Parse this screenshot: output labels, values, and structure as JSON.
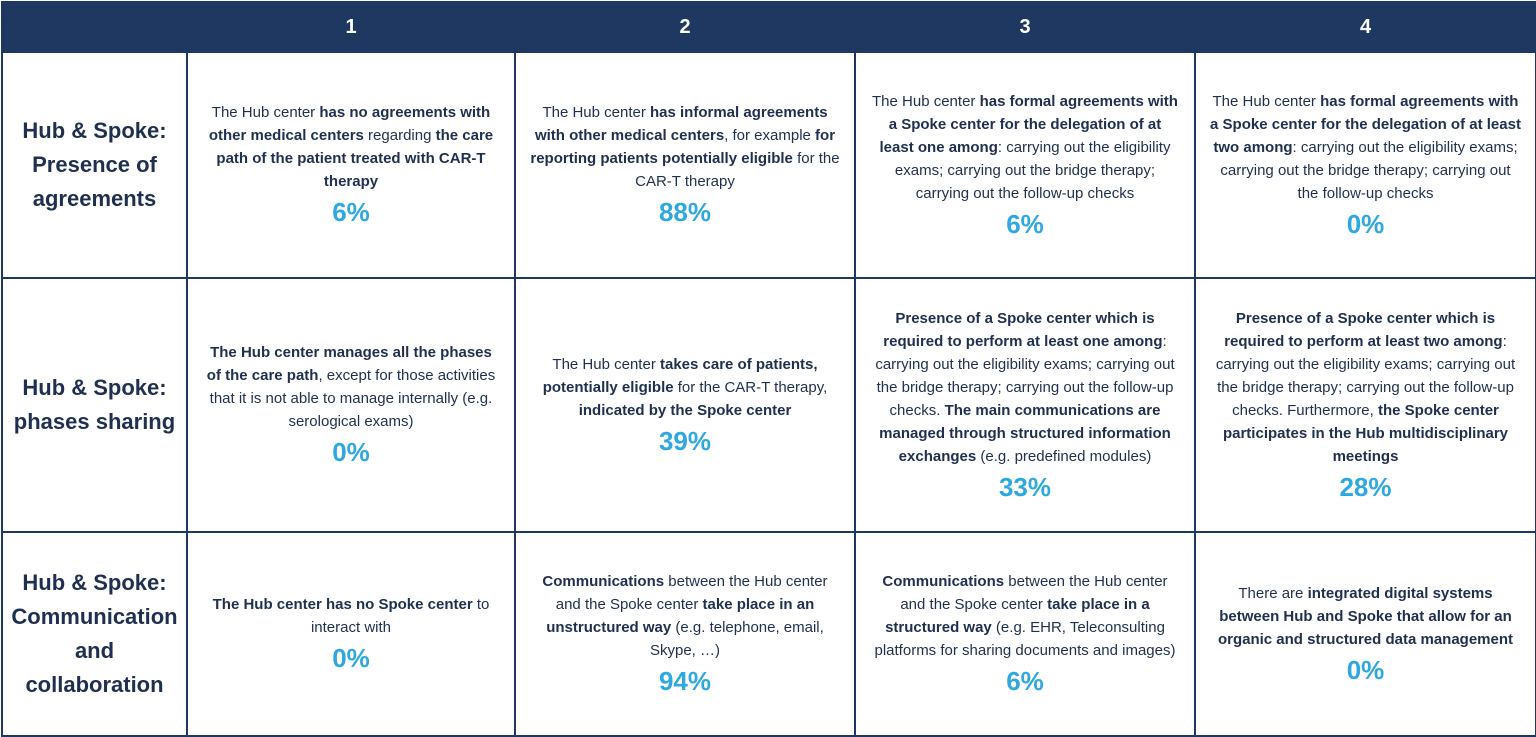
{
  "header": {
    "levels": [
      "1",
      "2",
      "3",
      "4"
    ]
  },
  "colors": {
    "header_bg": "#1f3862",
    "border": "#1f3862",
    "percent": "#2ea8df",
    "text": "#1f2f4f"
  },
  "rows": [
    {
      "label": "Hub & Spoke: Presence of agreements",
      "cells": [
        {
          "segments": [
            [
              "The Hub center ",
              false
            ],
            [
              "has no agreements with other medical centers",
              true
            ],
            [
              " regarding ",
              false
            ],
            [
              "the care path of the patient treated with CAR-T therapy",
              true
            ]
          ],
          "percent": "6%"
        },
        {
          "segments": [
            [
              "The Hub center ",
              false
            ],
            [
              "has informal agreements with other medical centers",
              true
            ],
            [
              ", for example ",
              false
            ],
            [
              "for reporting patients potentially eligible",
              true
            ],
            [
              " for the CAR-T therapy",
              false
            ]
          ],
          "percent": "88%"
        },
        {
          "segments": [
            [
              "The Hub center ",
              false
            ],
            [
              "has formal agreements with a Spoke center for the delegation of at least one among",
              true
            ],
            [
              ": carrying out the eligibility exams; carrying out the bridge therapy; carrying out the follow-up checks",
              false
            ]
          ],
          "percent": "6%"
        },
        {
          "segments": [
            [
              "The Hub center ",
              false
            ],
            [
              "has formal agreements with a Spoke center for the delegation of at least two among",
              true
            ],
            [
              ": carrying out the eligibility exams; carrying out the bridge therapy; carrying out the follow-up checks",
              false
            ]
          ],
          "percent": "0%"
        }
      ]
    },
    {
      "label": "Hub & Spoke: phases sharing",
      "cells": [
        {
          "segments": [
            [
              "The Hub center manages all the phases of the care path",
              true
            ],
            [
              ", except for those activities that it is not able to manage internally (e.g. serological exams)",
              false
            ]
          ],
          "percent": "0%"
        },
        {
          "segments": [
            [
              "The Hub center ",
              false
            ],
            [
              "takes care of patients, potentially eligible",
              true
            ],
            [
              " for the CAR-T therapy, ",
              false
            ],
            [
              "indicated by the Spoke center",
              true
            ]
          ],
          "percent": "39%"
        },
        {
          "segments": [
            [
              "Presence of a Spoke center which is required to perform at least one among",
              true
            ],
            [
              ": carrying out the eligibility exams; carrying out the bridge therapy; carrying out the follow-up checks. ",
              false
            ],
            [
              "The main communications are managed through structured information exchanges",
              true
            ],
            [
              " (e.g. predefined modules)",
              false
            ]
          ],
          "percent": "33%"
        },
        {
          "segments": [
            [
              "Presence of a Spoke center which is required to perform at least two among",
              true
            ],
            [
              ": carrying out the eligibility exams; carrying out the bridge therapy; carrying out the follow-up checks. Furthermore, ",
              false
            ],
            [
              "the Spoke center participates in the Hub multidisciplinary meetings",
              true
            ]
          ],
          "percent": "28%"
        }
      ]
    },
    {
      "label": "Hub & Spoke: Communication and collaboration",
      "cells": [
        {
          "segments": [
            [
              "The Hub center has no Spoke center",
              true
            ],
            [
              " to interact with",
              false
            ]
          ],
          "percent": "0%"
        },
        {
          "segments": [
            [
              "Communications",
              true
            ],
            [
              " between the Hub center and the Spoke center ",
              false
            ],
            [
              "take place in an unstructured way",
              true
            ],
            [
              " (e.g. telephone, email, Skype, …)",
              false
            ]
          ],
          "percent": "94%"
        },
        {
          "segments": [
            [
              "Communications",
              true
            ],
            [
              " between the Hub center and the Spoke center ",
              false
            ],
            [
              "take place in a structured way",
              true
            ],
            [
              " (e.g. EHR, Teleconsulting platforms for sharing documents and images)",
              false
            ]
          ],
          "percent": "6%"
        },
        {
          "segments": [
            [
              "There are ",
              false
            ],
            [
              "integrated digital systems between Hub and Spoke that allow for an organic and structured data management",
              true
            ]
          ],
          "percent": "0%"
        }
      ]
    }
  ]
}
